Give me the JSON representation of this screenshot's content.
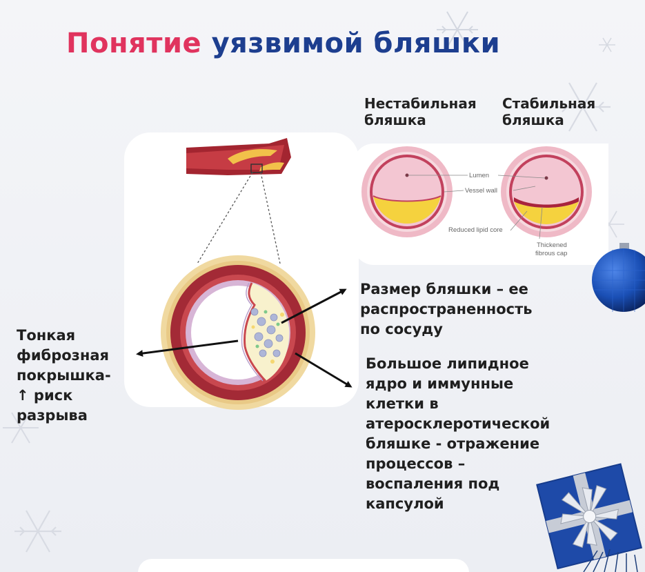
{
  "title": {
    "part1": "Понятие",
    "part2": "уязвимой бляшки",
    "color1": "#e0335e",
    "color2": "#1d3e8f"
  },
  "comparison": {
    "unstable_label_line1": "Нестабильная",
    "unstable_label_line2": "бляшка",
    "stable_label_line1": "Стабильная",
    "stable_label_line2": "бляшка",
    "labels": {
      "lumen": "Lumen",
      "vessel_wall": "Vessel wall",
      "reduced_lipid_core": "Reduced lipid core",
      "thickened_line1": "Thickened",
      "thickened_line2": "fibrous cap"
    }
  },
  "annotations": {
    "left": [
      "Тонкая",
      "фиброзная",
      "покрышка-",
      "↑ риск",
      "разрыва"
    ],
    "size": [
      "Размер бляшки – ее",
      "распространенность",
      "по сосуду"
    ],
    "lipid": [
      "Большое липидное",
      "ядро и иммунные",
      "клетки в",
      "атеросклеротической",
      "бляшке  - отражение",
      "процессов –",
      "воспаления под",
      "капсулой"
    ]
  },
  "decor": {
    "ornament_color": "#1a4fb5",
    "gift_color": "#1e4aa8",
    "snowflake_icon": "snowflake-icon",
    "ornament_icon": "christmas-ornament-icon",
    "gift_icon": "gift-box-icon"
  }
}
